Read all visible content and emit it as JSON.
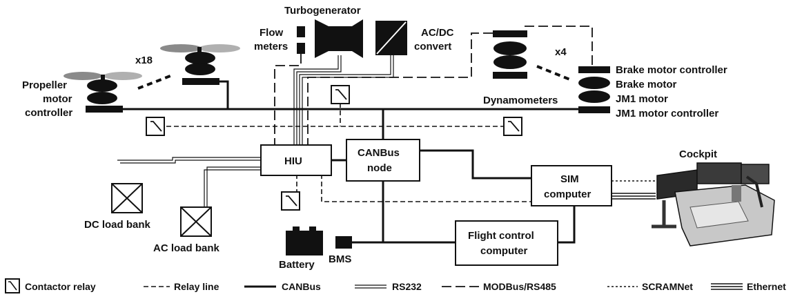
{
  "labels": {
    "turbogenerator": "Turbogenerator",
    "flow_meters_1": "Flow",
    "flow_meters_2": "meters",
    "acdc_1": "AC/DC",
    "acdc_2": "convert",
    "propeller_1": "Propeller",
    "propeller_2": "motor",
    "propeller_3": "controller",
    "x18": "x18",
    "x4": "x4",
    "dynamometers": "Dynamometers",
    "brake_motor_controller": "Brake motor controller",
    "brake_motor": "Brake motor",
    "jm1_motor": "JM1 motor",
    "jm1_motor_controller": "JM1 motor controller",
    "hiu": "HIU",
    "canbus_node_1": "CANBus",
    "canbus_node_2": "node",
    "sim_1": "SIM",
    "sim_2": "computer",
    "cockpit": "Cockpit",
    "flight_1": "Flight control",
    "flight_2": "computer",
    "dc_load_bank": "DC load bank",
    "ac_load_bank": "AC load bank",
    "battery": "Battery",
    "bms": "BMS"
  },
  "legend": {
    "contactor_relay": "Contactor relay",
    "relay_line": "Relay line",
    "canbus": "CANBus",
    "rs232": "RS232",
    "modbus": "MODBus/RS485",
    "scramnet": "SCRAMNet",
    "ethernet": "Ethernet"
  }
}
